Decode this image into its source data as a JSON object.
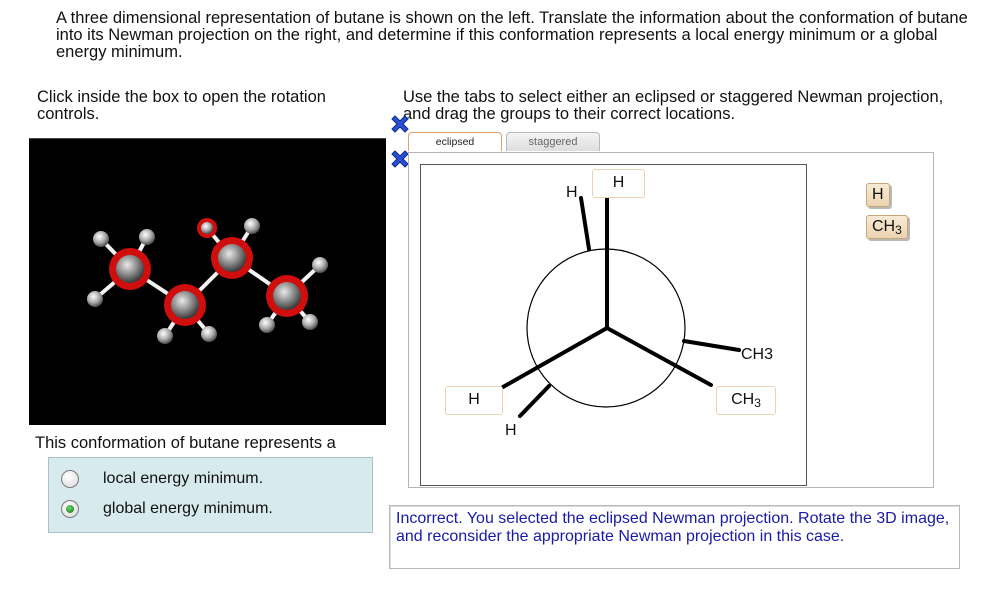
{
  "intro_text": "A three dimensional representation of butane is shown on the left. Translate the information about the conformation of butane into its Newman projection on the right, and determine if this conformation represents a local energy minimum or a global energy minimum.",
  "left_instruction": "Click inside the box to open the rotation controls.",
  "right_instruction": "Use the tabs to select either an eclipsed or staggered Newman projection, and drag the groups to their correct locations.",
  "tabs": {
    "eclipsed": "eclipsed",
    "staggered": "staggered",
    "active": "eclipsed"
  },
  "question": "This conformation of butane represents a",
  "choices": [
    {
      "label": "local energy minimum.",
      "selected": false
    },
    {
      "label": "global energy minimum.",
      "selected": true
    }
  ],
  "newman": {
    "front_top": "H",
    "back_top": "H",
    "back_right": "CH3",
    "front_right": "CH3",
    "front_left": "H",
    "back_left": "H"
  },
  "palette": {
    "h": "H",
    "ch3": "CH",
    "ch3_sub": "3"
  },
  "feedback": "Incorrect. You selected the eclipsed Newman projection. Rotate the 3D image, and reconsider the appropriate Newman projection in this case.",
  "colors": {
    "feedback_text": "#1a1aa8",
    "choice_bg": "#d7eaee",
    "radio_selected": "#1d8d1d",
    "x_icon": "#2a4fd0"
  }
}
